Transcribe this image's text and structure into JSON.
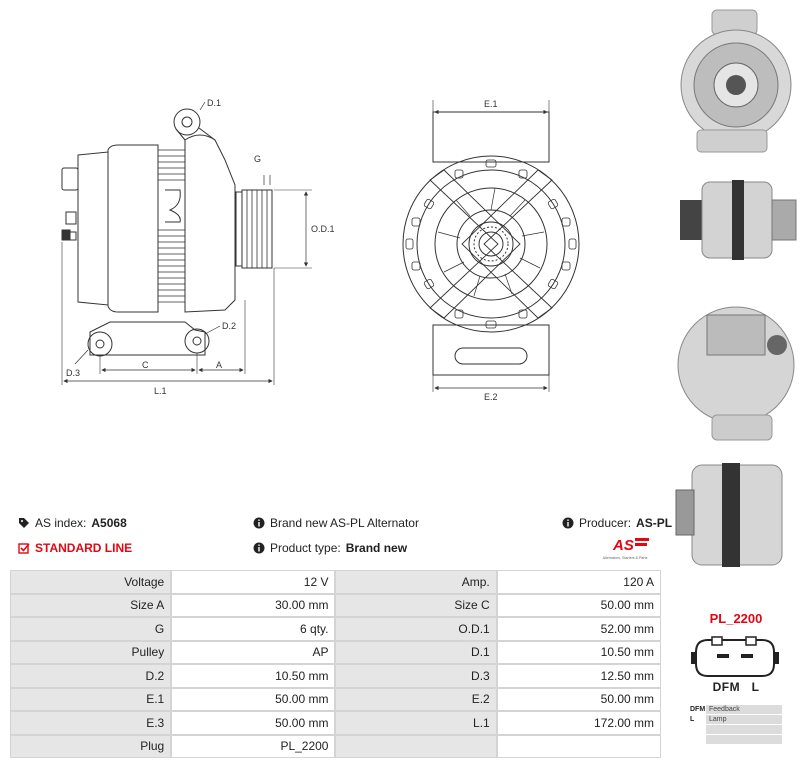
{
  "diagram": {
    "labels": {
      "d1": "D.1",
      "g": "G",
      "od1": "O.D.1",
      "d2": "D.2",
      "d3": "D.3",
      "c": "C",
      "a": "A",
      "l1": "L.1",
      "e1": "E.1",
      "e2": "E.2"
    }
  },
  "info": {
    "as_index_label": "AS index:",
    "as_index_value": "A5068",
    "standard_line": "STANDARD LINE",
    "brand_text": "Brand new AS-PL Alternator",
    "product_type_label": "Product type:",
    "product_type_value": "Brand new",
    "producer_label": "Producer:",
    "producer_value": "AS-PL"
  },
  "logo": {
    "text": "AS",
    "tagline": "Alternators, Starters & Parts",
    "color": "#e30613"
  },
  "specs": [
    {
      "l1": "Voltage",
      "v1": "12 V",
      "l2": "Amp.",
      "v2": "120 A"
    },
    {
      "l1": "Size A",
      "v1": "30.00 mm",
      "l2": "Size C",
      "v2": "50.00 mm"
    },
    {
      "l1": "G",
      "v1": "6 qty.",
      "l2": "O.D.1",
      "v2": "52.00 mm"
    },
    {
      "l1": "Pulley",
      "v1": "AP",
      "l2": "D.1",
      "v2": "10.50 mm"
    },
    {
      "l1": "D.2",
      "v1": "10.50 mm",
      "l2": "D.3",
      "v2": "12.50 mm"
    },
    {
      "l1": "E.1",
      "v1": "50.00 mm",
      "l2": "E.2",
      "v2": "50.00 mm"
    },
    {
      "l1": "E.3",
      "v1": "50.00 mm",
      "l2": "L.1",
      "v2": "172.00 mm"
    },
    {
      "l1": "Plug",
      "v1": "PL_2200",
      "l2": "",
      "v2": ""
    }
  ],
  "plug": {
    "title": "PL_2200",
    "label": "DFM   L",
    "pins": [
      {
        "pin": "DFM",
        "desc": "Feedback"
      },
      {
        "pin": "L",
        "desc": "Lamp"
      },
      {
        "pin": "",
        "desc": ""
      },
      {
        "pin": "",
        "desc": ""
      }
    ]
  },
  "colors": {
    "accent": "#e30613",
    "label_bg": "#e6e6e6",
    "border": "#d4d4d4"
  }
}
